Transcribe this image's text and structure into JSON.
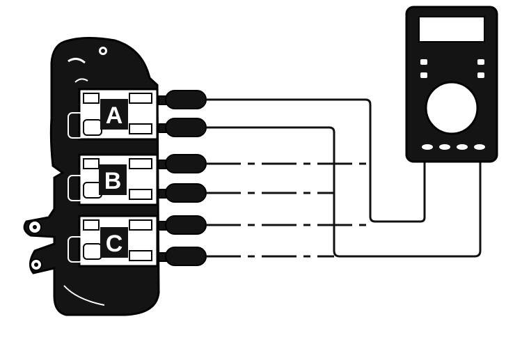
{
  "connectors": [
    {
      "id": "a",
      "label": "A"
    },
    {
      "id": "b",
      "label": "B"
    },
    {
      "id": "c",
      "label": "C"
    }
  ],
  "multimeter": {
    "display_text": ""
  },
  "colors": {
    "ink": "#111111",
    "paper": "#ffffff"
  }
}
